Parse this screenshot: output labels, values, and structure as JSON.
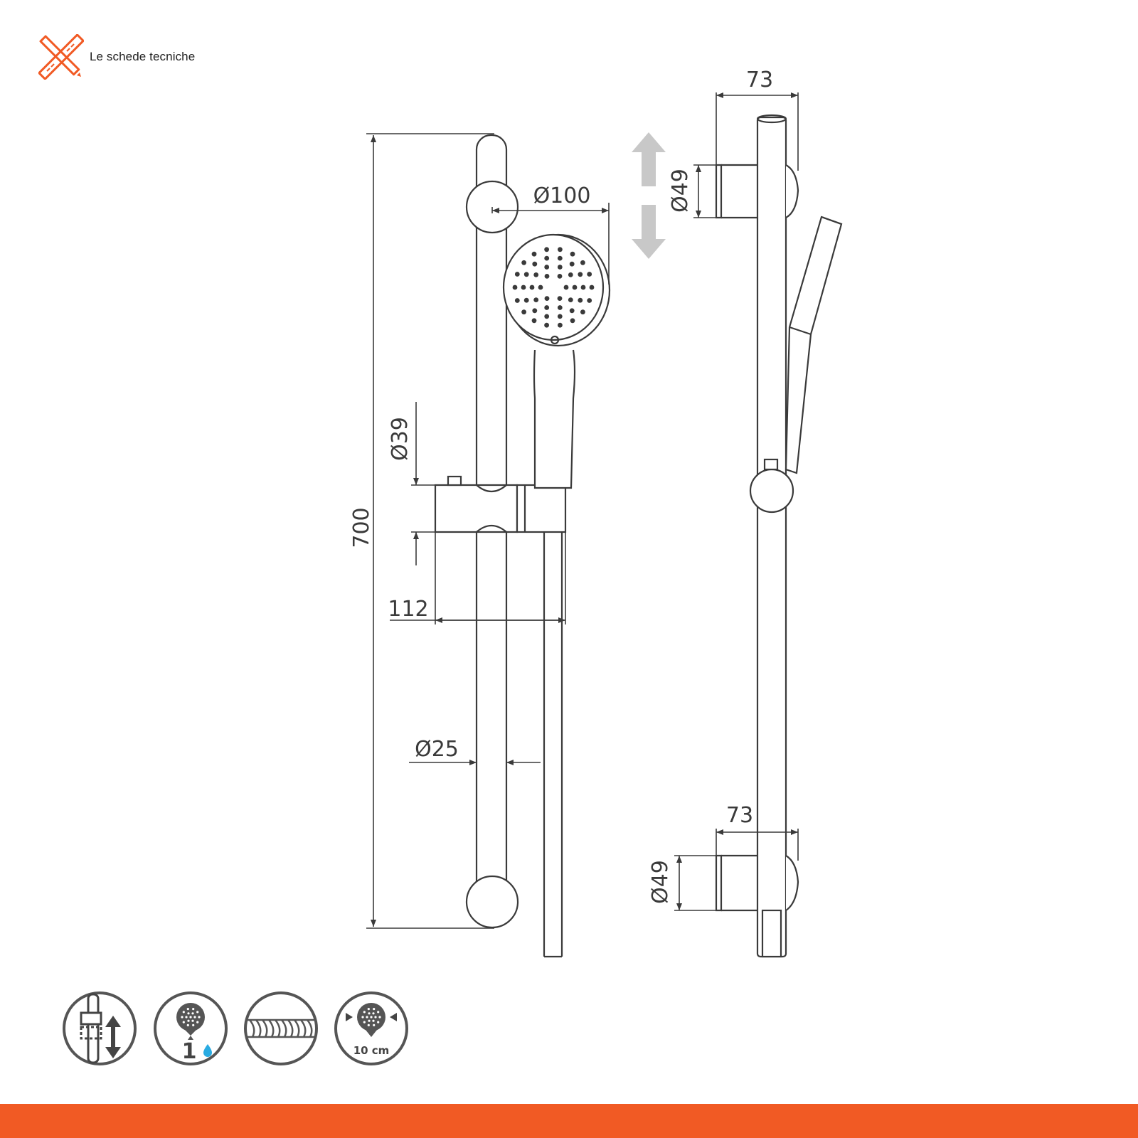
{
  "header": {
    "title": "Le schede tecniche",
    "logo_icon": "ruler-pencil-icon"
  },
  "dimensions": {
    "total_height": "700",
    "shower_head_diameter": "Ø100",
    "slider_diameter": "Ø39",
    "hose_offset": "112",
    "bar_diameter": "Ø25",
    "top_depth": "73",
    "top_bracket_diameter": "Ø49",
    "bottom_depth": "73",
    "bottom_bracket_diameter": "Ø49"
  },
  "features": [
    {
      "icon": "adjustable-slider-icon"
    },
    {
      "icon": "single-spray-function-icon",
      "label": "1"
    },
    {
      "icon": "metal-hose-icon"
    },
    {
      "icon": "hand-shower-size-icon",
      "label": "10 cm"
    }
  ],
  "colors": {
    "accent": "#f15a24",
    "line": "#3a3a3a",
    "arrow": "#c8c8c8",
    "water": "#29abe2"
  }
}
